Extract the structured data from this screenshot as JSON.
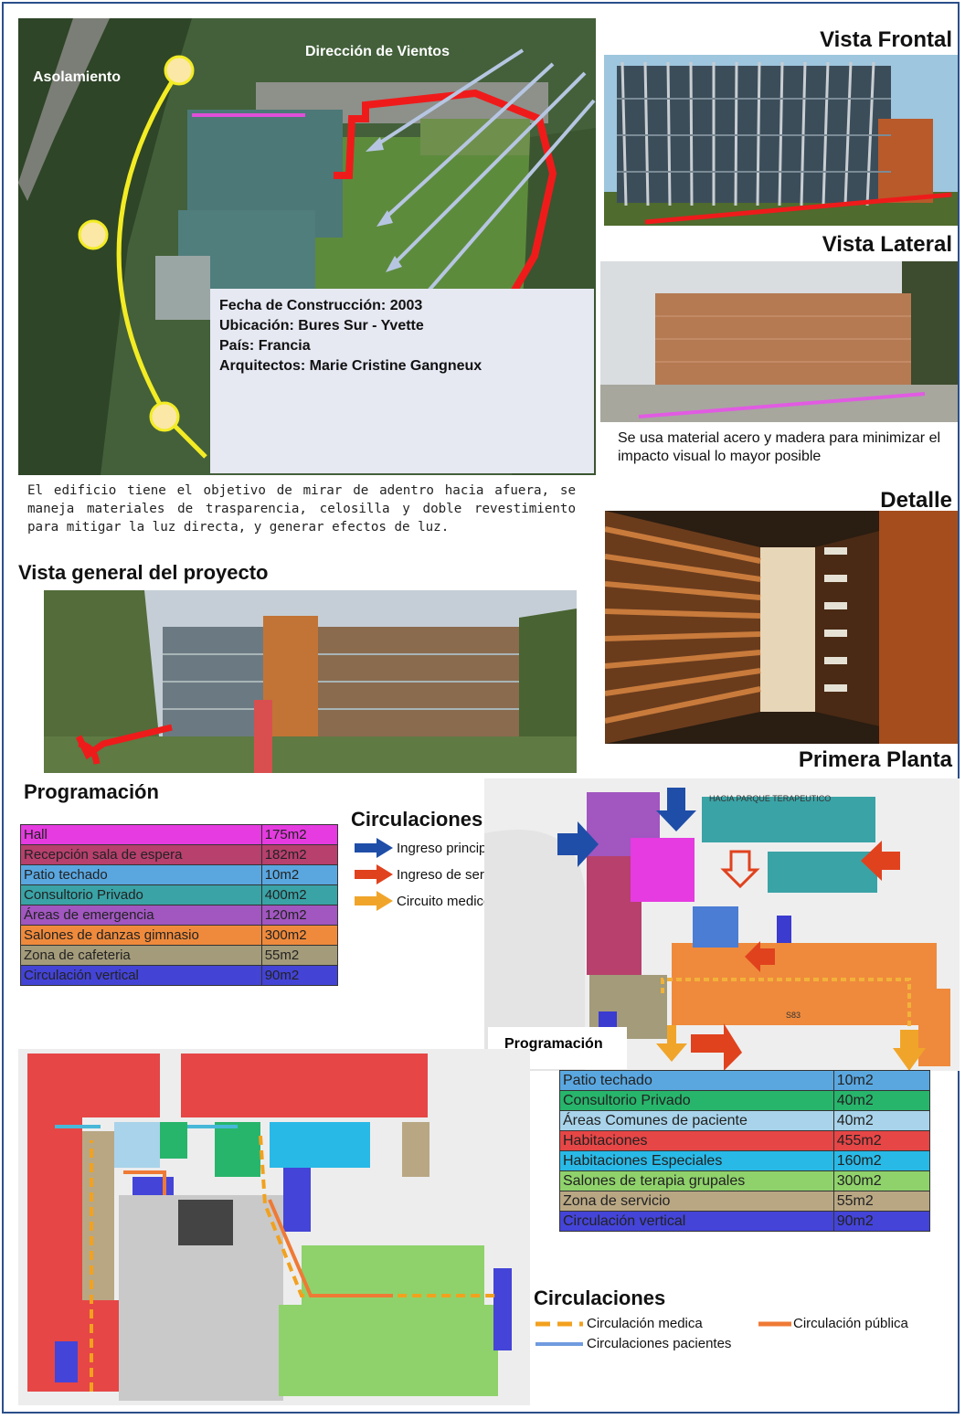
{
  "aerial": {
    "labels": {
      "asolamiento": "Asolamiento",
      "vientos": "Dirección de Vientos"
    },
    "info": [
      "Fecha de Construcción: 2003",
      "Ubicación:  Bures Sur - Yvette",
      "País: Francia",
      "Arquitectos: Marie Cristine Gangneux"
    ]
  },
  "description": "El edificio tiene el objetivo de mirar de adentro hacia afuera, se maneja materiales de trasparencia, celosilla y doble revestimiento para mitigar la luz directa, y generar efectos de luz.",
  "headings": {
    "vista_frontal": "Vista Frontal",
    "vista_lateral": "Vista Lateral",
    "detalle": "Detalle",
    "vista_general": "Vista general del proyecto",
    "primera_planta": "Primera Planta",
    "programacion_1": "Programación",
    "programacion_2": "Programación",
    "circulaciones_1": "Circulaciones",
    "circulaciones_2": "Circulaciones"
  },
  "material_note": "Se usa material acero y madera para minimizar el impacto visual lo mayor posible",
  "plan_label": "HACIA PARQUE TERAPEUTICO",
  "plan_number": "S83",
  "program_table_1": [
    {
      "name": "Hall",
      "area": "175m2",
      "color": "#e53be0"
    },
    {
      "name": "Recepción  sala de espera",
      "area": "182m2",
      "color": "#b7406d"
    },
    {
      "name": "Patio techado",
      "area": "10m2",
      "color": "#5aa7e0"
    },
    {
      "name": "Consultorio Privado",
      "area": "400m2",
      "color": "#3aa3a6"
    },
    {
      "name": "Áreas de emergencia",
      "area": "120m2",
      "color": "#a156c0"
    },
    {
      "name": "Salones de danzas gimnasio",
      "area": "300m2",
      "color": "#ef8a3c"
    },
    {
      "name": "Zona de cafeteria",
      "area": "55m2",
      "color": "#a39b7a"
    },
    {
      "name": "Circulación vertical",
      "area": "90m2",
      "color": "#4343d6"
    }
  ],
  "circulaciones_1": [
    {
      "label": "Ingreso principal",
      "color": "#1f4ea8"
    },
    {
      "label": "Ingreso de servicio",
      "color": "#e0421e"
    },
    {
      "label": "Circuito medico",
      "color": "#f0a52a"
    }
  ],
  "program_table_2": [
    {
      "name": "Patio techado",
      "area": "10m2",
      "color": "#5aa7e0"
    },
    {
      "name": "Consultorio Privado",
      "area": "40m2",
      "color": "#27b56b"
    },
    {
      "name": "Áreas Comunes de paciente",
      "area": "40m2",
      "color": "#a8d3ea"
    },
    {
      "name": "Habitaciones",
      "area": "455m2",
      "color": "#e64646"
    },
    {
      "name": "Habitaciones Especiales",
      "area": "160m2",
      "color": "#29b9e6"
    },
    {
      "name": "Salones de terapia grupales",
      "area": "300m2",
      "color": "#8fd26b"
    },
    {
      "name": "Zona de servicio",
      "area": "55m2",
      "color": "#b9a784"
    },
    {
      "name": "Circulación vertical",
      "area": "90m2",
      "color": "#4444d8"
    }
  ],
  "circulaciones_2": [
    {
      "label": "Circulación medica",
      "color": "#f2a11e"
    },
    {
      "label": "Circulación pública",
      "color": "#ef7a35"
    },
    {
      "label": "Circulaciones pacientes",
      "color": "#6f9be0"
    }
  ]
}
